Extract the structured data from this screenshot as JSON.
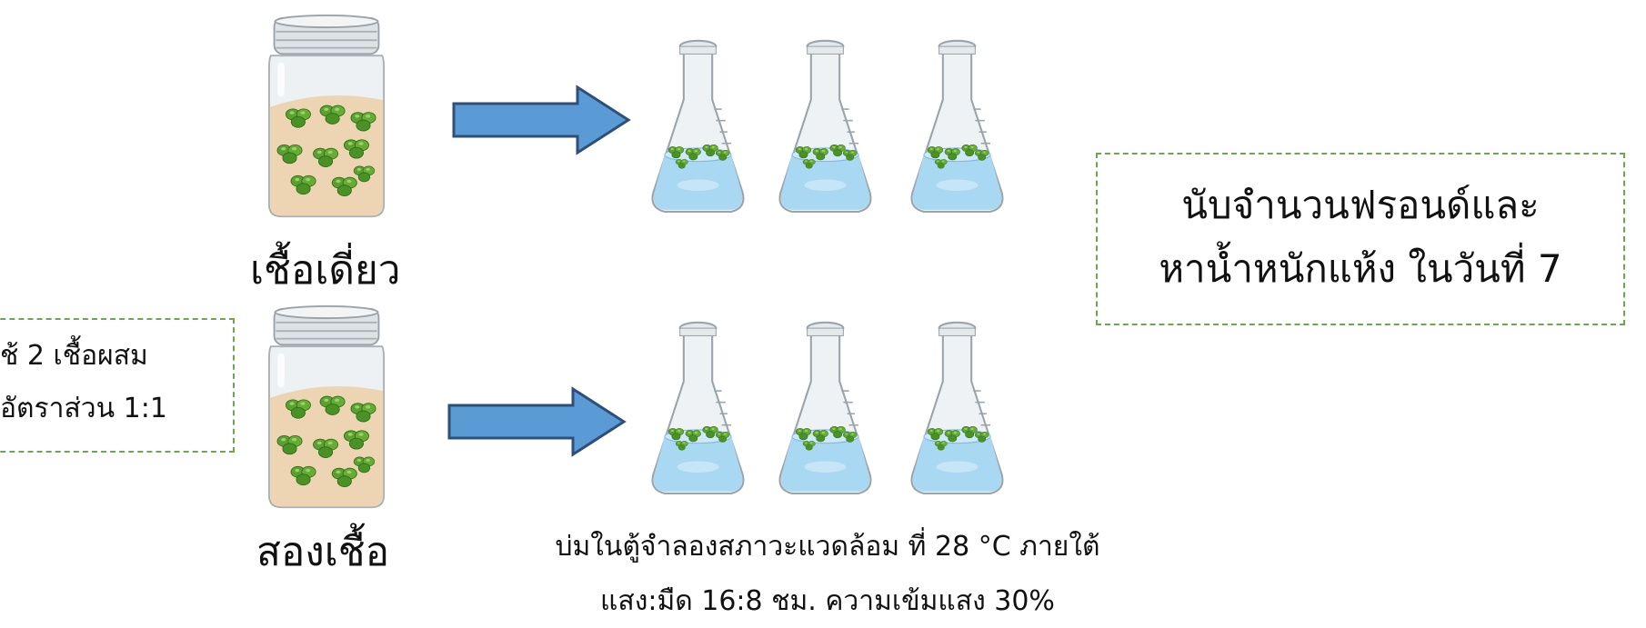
{
  "top_row": {
    "label": "เชื้อเดี่ยว"
  },
  "bottom_row": {
    "label": "สองเชื้อ"
  },
  "left_box": {
    "line1": "ช้ 2 เชื้อผสม",
    "line2": "อัตราส่วน 1:1"
  },
  "right_box": {
    "line1": "นับจำนวนฟรอนด์และ",
    "line2": "หาน้ำหนักแห้ง ในวันที่ 7"
  },
  "conditions": {
    "line1": "บ่มในตู้จำลองสภาวะแวดล้อม ที่ 28 °C ภายใต้",
    "line2": "แสง:มืด 16:8 ชม. ความเข้มแสง 30%"
  },
  "icons": {
    "jar": "culture-jar-icon",
    "flask": "erlenmeyer-flask-icon",
    "arrow": "right-arrow-icon"
  },
  "colors": {
    "arrow_fill": "#5b9bd5",
    "arrow_stroke": "#2e4f7a",
    "box_border": "#6aa84f",
    "medium_beige": "#edd5b4",
    "frond_green": "#4f9a2a",
    "flask_liquid": "#a9d8f2"
  }
}
